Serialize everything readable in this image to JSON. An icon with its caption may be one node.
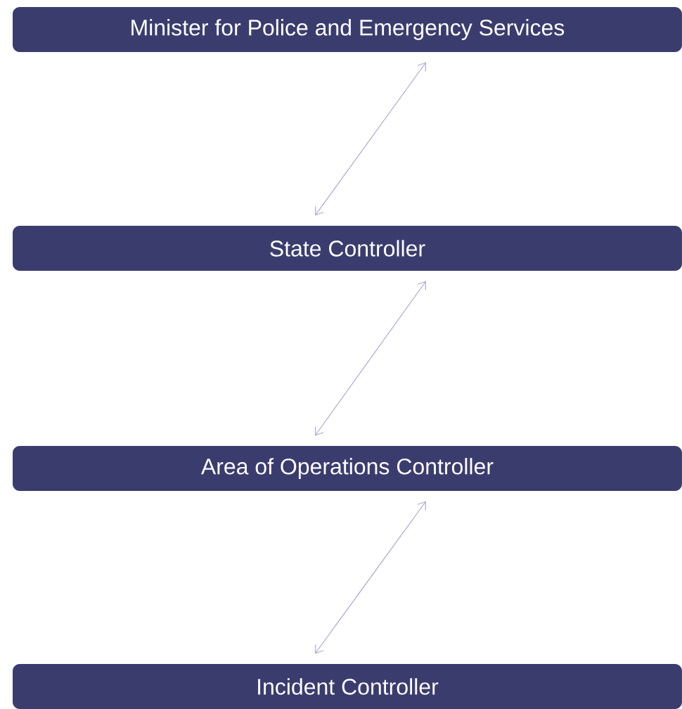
{
  "diagram": {
    "nodes": [
      {
        "text": [
          "Minister for Police and Emergency Services"
        ]
      },
      {
        "text": [
          "State Controller"
        ]
      },
      {
        "text": [
          "Area of Operations Controller"
        ]
      },
      {
        "text": [
          "Incident Controller"
        ]
      }
    ],
    "edges": [
      {
        "from": 0,
        "to": 1,
        "arrow": "both"
      },
      {
        "from": 1,
        "to": 2,
        "arrow": "both"
      },
      {
        "from": 2,
        "to": 3,
        "arrow": "both"
      }
    ]
  }
}
